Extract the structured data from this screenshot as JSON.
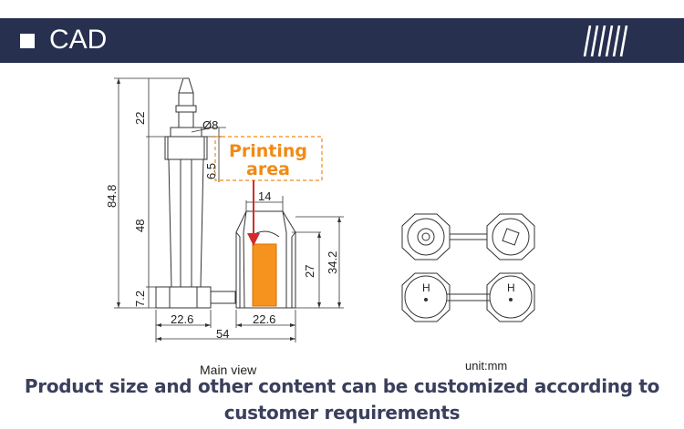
{
  "header": {
    "title": "CAD",
    "bar_color": "#28304f",
    "icon": "square-bullet-icon",
    "decoration": "diagonal-stripes-icon"
  },
  "drawing": {
    "dimensions": {
      "total_height": "84.8",
      "tip_height": "22",
      "body_height": "48",
      "base_height": "7.2",
      "collar_height": "6.5",
      "diameter": "Ø8",
      "base_width_left": "22.6",
      "base_width_right": "22.6",
      "overall_width": "54",
      "top_width": "14",
      "insert_height": "27",
      "body_height_right": "34.2"
    },
    "callout": {
      "line1": "Printing",
      "line2": "area",
      "color": "#f08a16"
    },
    "end_view_marks": {
      "left": "H",
      "right": "H"
    }
  },
  "labels": {
    "main_view": "Main view",
    "unit": "unit:mm"
  },
  "note": {
    "line1": "Product size and other content can be customized according to",
    "line2": "customer requirements"
  }
}
